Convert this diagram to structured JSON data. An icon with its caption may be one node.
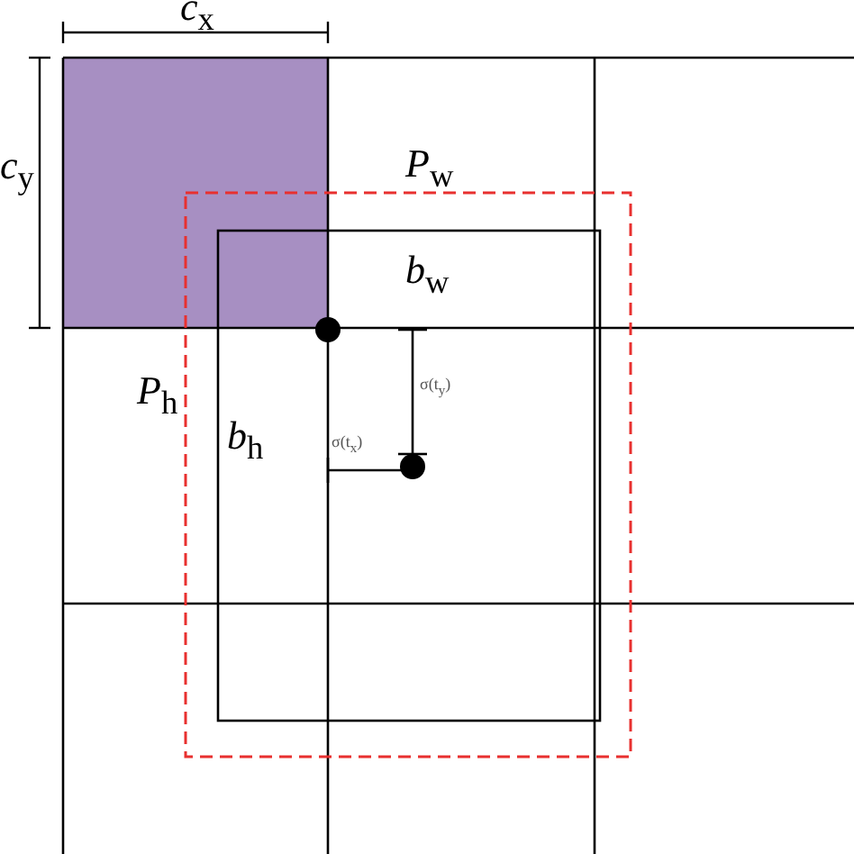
{
  "diagram": {
    "labels": [
      "*c*$_{x}$",
      "*c*$_{y}$",
      "*P*$_{w}$",
      "*b*$_{w}$",
      "*P*$_{h}$",
      "*b*$_{h}$",
      "σ(t$_{y}$)",
      "σ(t$_{x}$)"
    ]
  }
}
